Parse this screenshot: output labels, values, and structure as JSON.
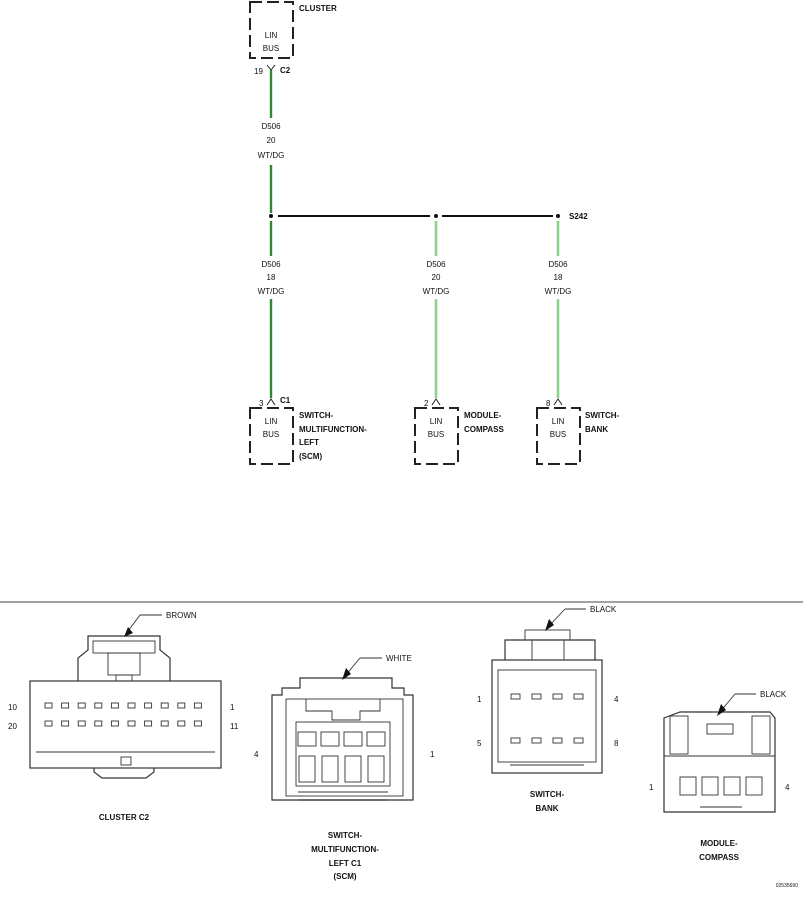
{
  "diagram": {
    "top_component": {
      "name": "CLUSTER",
      "body": [
        "LIN",
        "BUS"
      ],
      "pin": "19",
      "connector": "C2"
    },
    "trunk_wire": {
      "circuit": "D506",
      "gauge": "20",
      "color": "WT/DG"
    },
    "splice": {
      "id": "S242"
    },
    "branches": [
      {
        "circuit": "D506",
        "gauge": "18",
        "color": "WT/DG",
        "pin": "3",
        "connector": "C1",
        "body": [
          "LIN",
          "BUS"
        ],
        "name_lines": [
          "SWITCH-",
          "MULTIFUNCTION-",
          "LEFT",
          "(SCM)"
        ]
      },
      {
        "circuit": "D506",
        "gauge": "20",
        "color": "WT/DG",
        "pin": "2",
        "connector": "",
        "body": [
          "LIN",
          "BUS"
        ],
        "name_lines": [
          "MODULE-",
          "COMPASS"
        ]
      },
      {
        "circuit": "D506",
        "gauge": "18",
        "color": "WT/DG",
        "pin": "8",
        "connector": "",
        "body": [
          "LIN",
          "BUS"
        ],
        "name_lines": [
          "SWITCH-",
          "BANK"
        ]
      }
    ]
  },
  "connector_views": [
    {
      "caption_lines": [
        "CLUSTER C2"
      ],
      "color_callout": "BROWN",
      "pin_labels": {
        "top_left": "10",
        "top_right": "1",
        "bottom_left": "20",
        "bottom_right": "11"
      }
    },
    {
      "caption_lines": [
        "SWITCH-",
        "MULTIFUNCTION-",
        "LEFT C1",
        "(SCM)"
      ],
      "color_callout": "WHITE",
      "pin_labels": {
        "left": "4",
        "right": "1"
      }
    },
    {
      "caption_lines": [
        "SWITCH-",
        "BANK"
      ],
      "color_callout": "BLACK",
      "pin_labels": {
        "top_left": "1",
        "top_right": "4",
        "bottom_left": "5",
        "bottom_right": "8"
      }
    },
    {
      "caption_lines": [
        "MODULE-",
        "COMPASS"
      ],
      "color_callout": "BLACK",
      "pin_labels": {
        "left": "1",
        "right": "4"
      }
    }
  ],
  "figure_id": "02535690"
}
